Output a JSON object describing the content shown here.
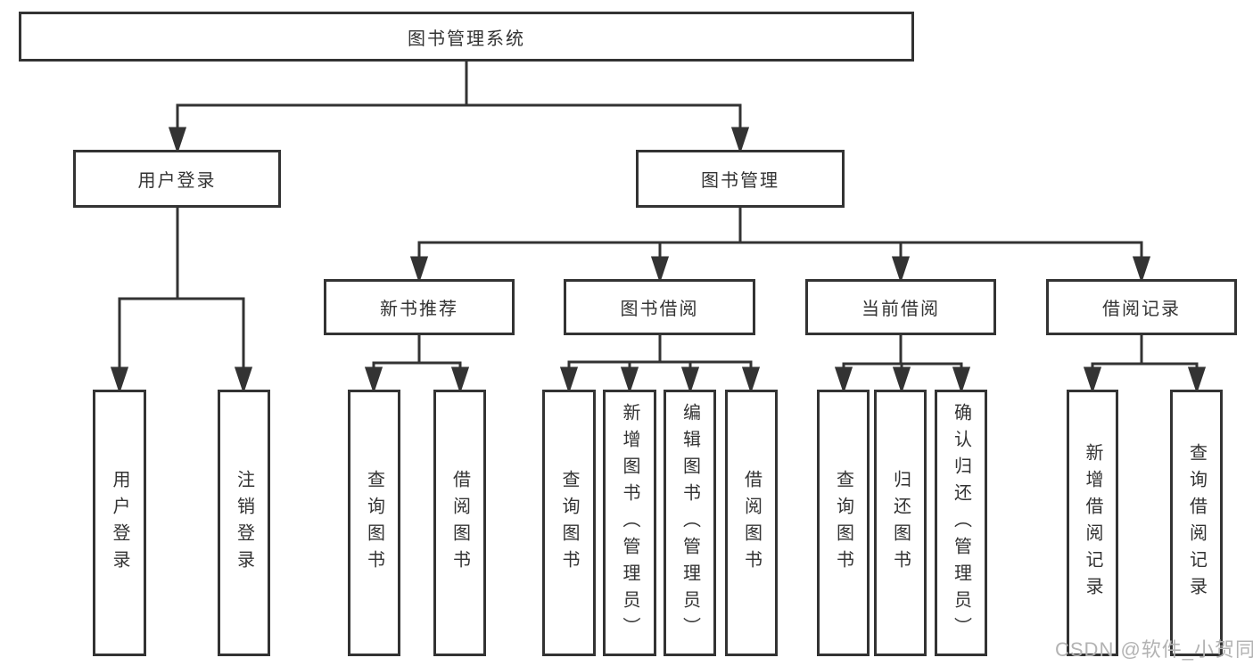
{
  "diagram": {
    "type": "hierarchy-tree",
    "title": "图书管理系统",
    "line_color": "#333333",
    "box_border_color": "#333333",
    "box_background": "#ffffff",
    "text_color": "#333333",
    "background": "#ffffff"
  },
  "tree": {
    "label": "图书管理系统",
    "children": [
      {
        "label": "用户登录",
        "children": [
          {
            "label": "用户登录"
          },
          {
            "label": "注销登录"
          }
        ]
      },
      {
        "label": "图书管理",
        "children": [
          {
            "label": "新书推荐",
            "children": [
              {
                "label": "查询图书"
              },
              {
                "label": "借阅图书"
              }
            ]
          },
          {
            "label": "图书借阅",
            "children": [
              {
                "label": "查询图书"
              },
              {
                "label": "新增图书（管理员）"
              },
              {
                "label": "编辑图书（管理员）"
              },
              {
                "label": "借阅图书"
              }
            ]
          },
          {
            "label": "当前借阅",
            "children": [
              {
                "label": "查询图书"
              },
              {
                "label": "归还图书"
              },
              {
                "label": "确认归还（管理员）"
              }
            ]
          },
          {
            "label": "借阅记录",
            "children": [
              {
                "label": "新增借阅记录"
              },
              {
                "label": "查询借阅记录"
              }
            ]
          }
        ]
      }
    ]
  },
  "watermark": {
    "text": "CSDN @软件_小贺同学",
    "color": "#b3b3b3"
  }
}
